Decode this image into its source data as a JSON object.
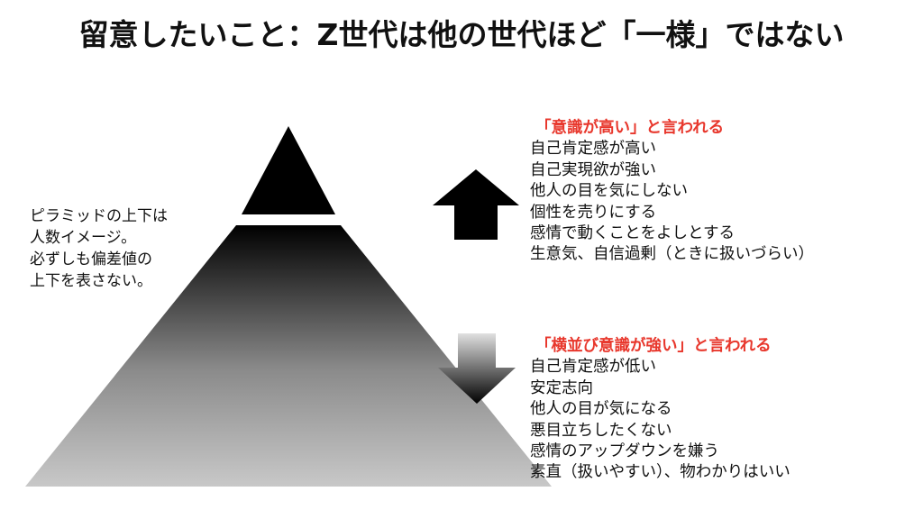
{
  "title": "留意したいこと：Z世代は他の世代ほど「一様」ではない",
  "note": [
    "ピラミッドの上下は",
    "人数イメージ。",
    "必ずしも偏差値の",
    "上下を表さない。"
  ],
  "upper": {
    "heading": "「意識が高い」と言われる",
    "items": [
      "自己肯定感が高い",
      "自己実現欲が強い",
      "他人の目を気にしない",
      "個性を売りにする",
      "感情で動くことをよしとする",
      "生意気、自信過剰（ときに扱いづらい）"
    ]
  },
  "lower": {
    "heading": "「横並び意識が強い」と言われる",
    "items": [
      "自己肯定感が低い",
      "安定志向",
      "他人の目が気になる",
      "悪目立ちしたくない",
      "感情のアップダウンを嫌う",
      "素直（扱いやすい）、物わかりはいい"
    ]
  },
  "colors": {
    "heading": "#e8372c",
    "text": "#111111"
  }
}
